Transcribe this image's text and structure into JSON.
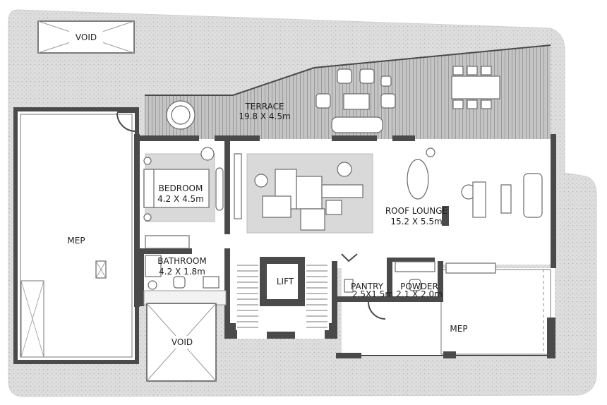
{
  "colors": {
    "gravel": "#d4d4d4",
    "deck": "#bcbcbc",
    "wall": "#4a4a4a",
    "floor": "#ffffff"
  },
  "rooms": {
    "void_top": "VOID",
    "void_bottom": "VOID",
    "terrace_name": "TERRACE",
    "terrace_size": "19.8 X 4.5m",
    "bedroom_name": "BEDROOM",
    "bedroom_size": "4.2 X 4.5m",
    "mep_left": "MEP",
    "bathroom_name": "BATHROOM",
    "bathroom_size": "4.2 X 1.8m",
    "lift": "LIFT",
    "roof_lounge_name": "ROOF LOUNGE",
    "roof_lounge_size": "15.2 X 5.5m",
    "pantry_name": "PANTRY",
    "pantry_size": "2.5X1.5m",
    "powder_name": "POWDER",
    "powder_size": "2.1 X 2.0m",
    "mep_right": "MEP"
  }
}
